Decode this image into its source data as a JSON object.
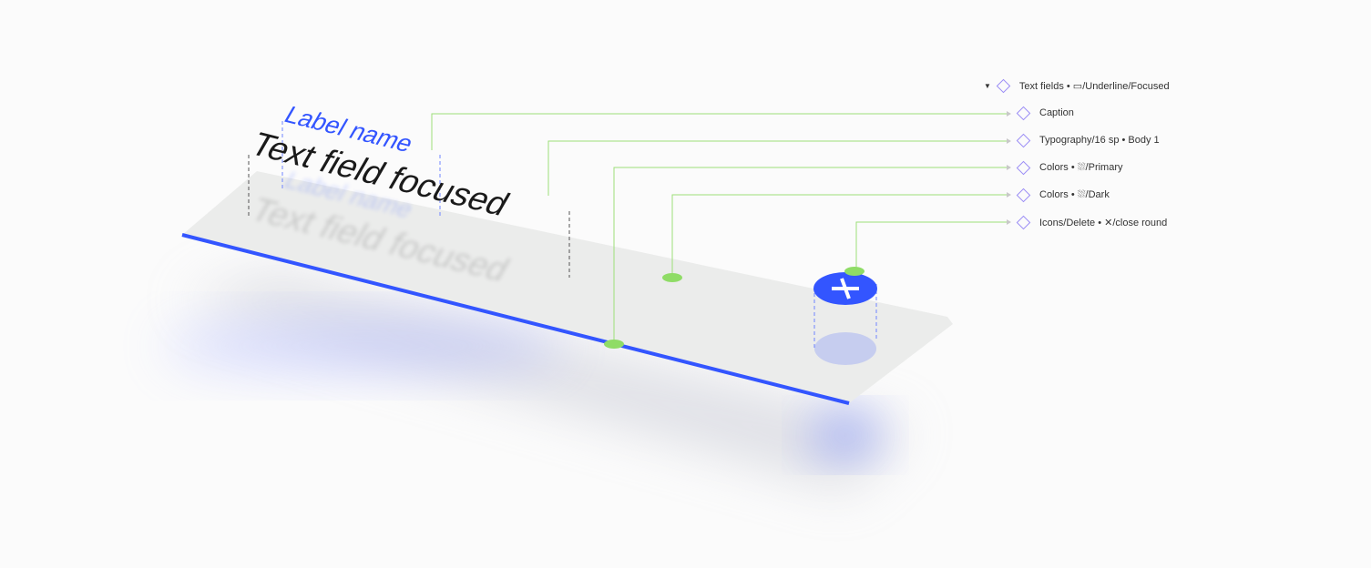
{
  "illustration": {
    "label_text": "Label name",
    "input_text": "Text field focused",
    "close_icon": "close-round-icon",
    "colors": {
      "primary": "#3355ff",
      "dark": "#1a1a1a",
      "surface": "#ebeceb",
      "annotation": "#9ddf7a",
      "layer_icon": "#9a8cf5"
    }
  },
  "layers": {
    "root": {
      "label": "Text fields • ▭/Underline/Focused"
    },
    "items": [
      {
        "label": "Caption"
      },
      {
        "label": "Typography/16 sp • Body 1"
      },
      {
        "label": "Colors • ⛆/Primary"
      },
      {
        "label": "Colors • ⛆/Dark"
      },
      {
        "label": "Icons/Delete • ✕/close round"
      }
    ]
  }
}
